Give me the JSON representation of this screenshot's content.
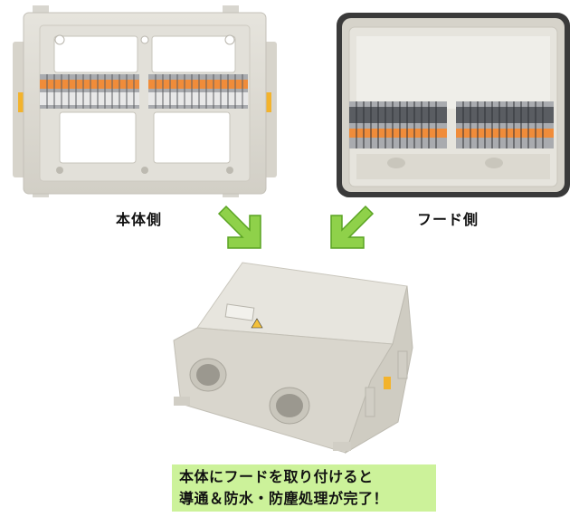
{
  "labels": {
    "body_side": "本体側",
    "hood_side": "フード側"
  },
  "caption": {
    "line1": "本体にフードを取り付けると",
    "line2": "導通＆防水・防塵処理が完了！"
  },
  "colors": {
    "arrow": "#8fd14a",
    "caption_bg": "#ccf29a",
    "enclosure": "#dcdad2",
    "enclosure_dark": "#c9c6bc",
    "terminal_gray": "#a9abaf",
    "terminal_orange": "#f08c3a",
    "lever_orange": "#f5a623",
    "gasket": "#3a3a3a"
  },
  "icons": [
    "arrow-down-right-icon",
    "arrow-down-left-icon"
  ]
}
